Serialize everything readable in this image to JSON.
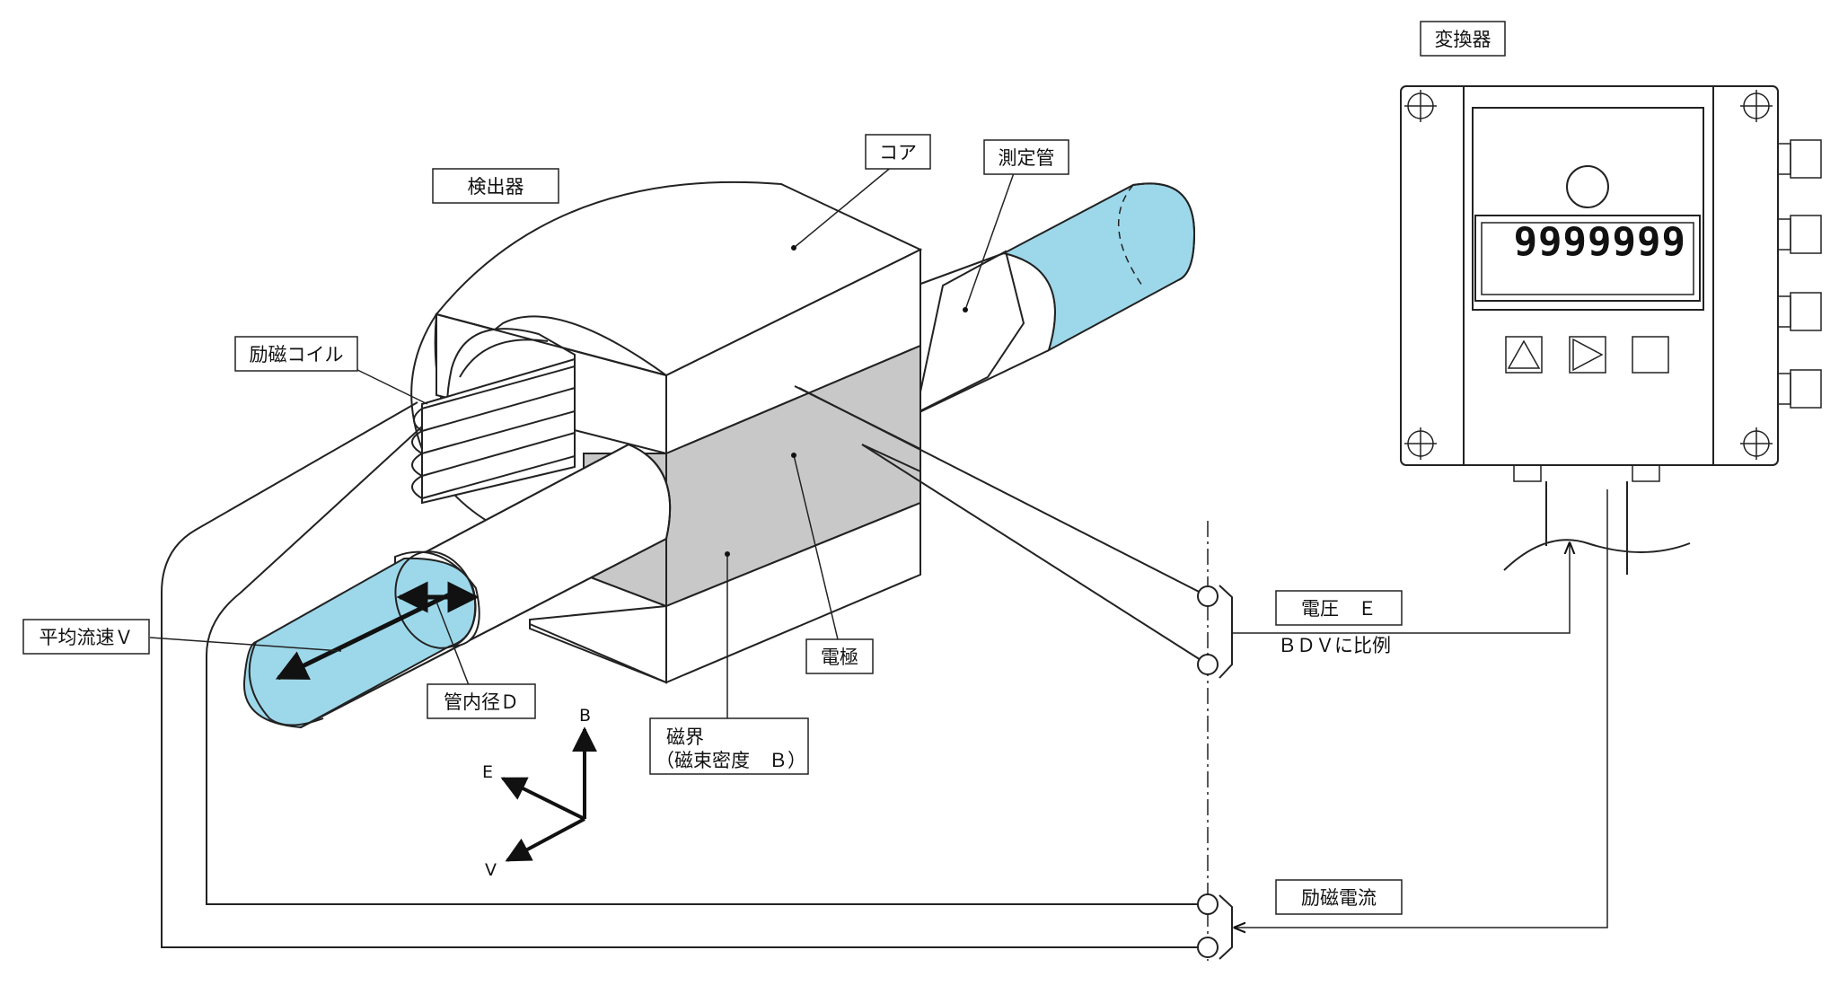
{
  "labels": {
    "detector": "検出器",
    "core": "コア",
    "measuring_tube": "測定管",
    "excitation_coil": "励磁コイル",
    "average_velocity": "平均流速Ｖ",
    "inner_diameter": "管内径Ｄ",
    "electrode": "電極",
    "magnetic_field_line1": "磁界",
    "magnetic_field_line2": "（磁束密度　Ｂ）",
    "converter": "変換器",
    "voltage": "電圧　Ｅ",
    "proportional": "ＢＤＶに比例",
    "excitation_current": "励磁電流"
  },
  "axes": {
    "b": "B",
    "e": "E",
    "v": "V"
  },
  "display": {
    "reading": "9999999"
  },
  "colors": {
    "fluid": "#9dd8ea",
    "magnetic_region": "#c8c8c8",
    "line": "#222222"
  }
}
